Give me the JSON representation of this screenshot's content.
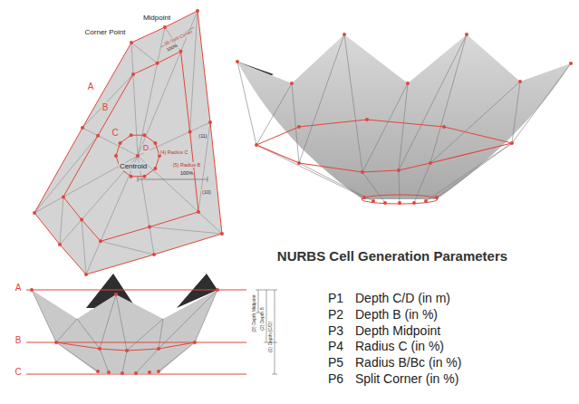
{
  "diagram": {
    "title": "NURBS Cell Generation Parameters",
    "labels": [
      "Corner Point",
      "Midpoint",
      "(6) Split Corner",
      "100%",
      "A",
      "B",
      "C",
      "D",
      "Centroid",
      "(4) Radius C",
      "(5) Radius B",
      "100%",
      "(11)",
      "(10)",
      "A",
      "B",
      "C",
      "(3) Depth Midpoint",
      "(2) Depth B",
      "(1) Depth (C/D)",
      "P1",
      "Depth C/D (in m)",
      "P2",
      "Depth B (in %)",
      "P3",
      "Depth Midpoint",
      "P4",
      "Radius C (in %)",
      "P5",
      "Radius B/Bc (in %)",
      "P6",
      "Split Corner (in %)"
    ]
  }
}
